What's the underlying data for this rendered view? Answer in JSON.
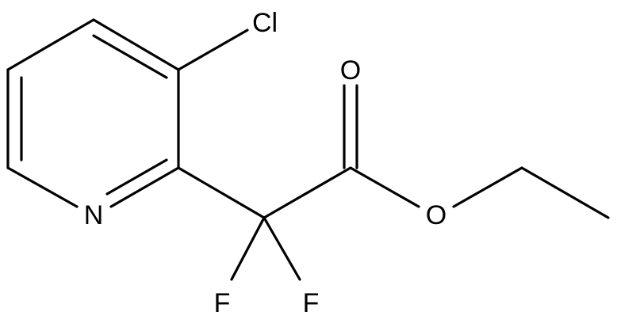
{
  "molecule": {
    "atoms": {
      "chlorine": "Cl",
      "carbonyl_oxygen": "O",
      "ester_oxygen": "O",
      "ring_nitrogen": "N",
      "fluorine_left": "F",
      "fluorine_right": "F"
    }
  },
  "colors": {
    "bond": "#000000",
    "label": "#000000",
    "background": "#ffffff"
  }
}
